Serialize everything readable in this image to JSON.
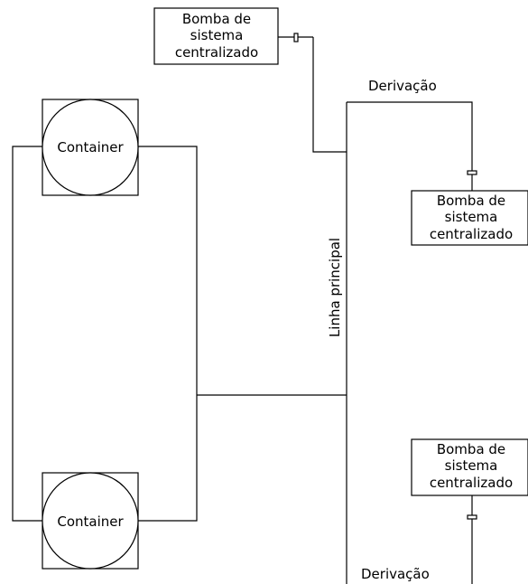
{
  "pumps": [
    {
      "line1": "Bomba de",
      "line2": "sistema",
      "line3": "centralizado"
    },
    {
      "line1": "Bomba de",
      "line2": "sistema",
      "line3": "centralizado"
    },
    {
      "line1": "Bomba de",
      "line2": "sistema",
      "line3": "centralizado"
    }
  ],
  "containers": [
    {
      "label": "Container"
    },
    {
      "label": "Container"
    }
  ],
  "main_line": {
    "label": "Linha principal"
  },
  "branches": [
    {
      "label": "Derivação"
    },
    {
      "label": "Derivação"
    }
  ]
}
